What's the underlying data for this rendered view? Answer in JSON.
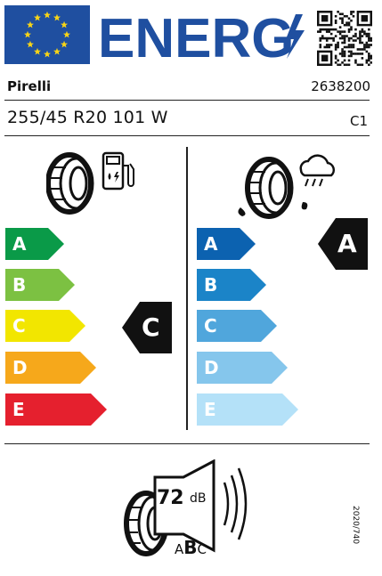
{
  "header": {
    "title": "ENERG",
    "icons": [
      "eu-flag-icon",
      "lightning-bolt-icon",
      "qr-code-icon"
    ]
  },
  "tyre": {
    "brand": "Pirelli",
    "article_number": "2638200",
    "size": "255/45 R20 101 W",
    "tyre_class": "C1"
  },
  "fuel_efficiency": {
    "icon": "tyre-fuel-pump-icon",
    "scale": [
      {
        "label": "A",
        "color": "#0a9a48"
      },
      {
        "label": "B",
        "color": "#7cc142"
      },
      {
        "label": "C",
        "color": "#f2e600"
      },
      {
        "label": "D",
        "color": "#f6a81b"
      },
      {
        "label": "E",
        "color": "#e5202e"
      }
    ],
    "rating": "C"
  },
  "wet_grip": {
    "icon": "tyre-rain-cloud-icon",
    "scale": [
      {
        "label": "A",
        "color": "#0c62b0"
      },
      {
        "label": "B",
        "color": "#1b84c8"
      },
      {
        "label": "C",
        "color": "#50a6dc"
      },
      {
        "label": "D",
        "color": "#85c6ec"
      },
      {
        "label": "E",
        "color": "#b4e1f8"
      }
    ],
    "rating": "A"
  },
  "noise": {
    "icon": "tyre-speaker-icon",
    "value_db": "72",
    "unit": "dB",
    "classes_before": "A",
    "class_selected": "B",
    "classes_after": "C"
  },
  "regulation": "2020/740"
}
